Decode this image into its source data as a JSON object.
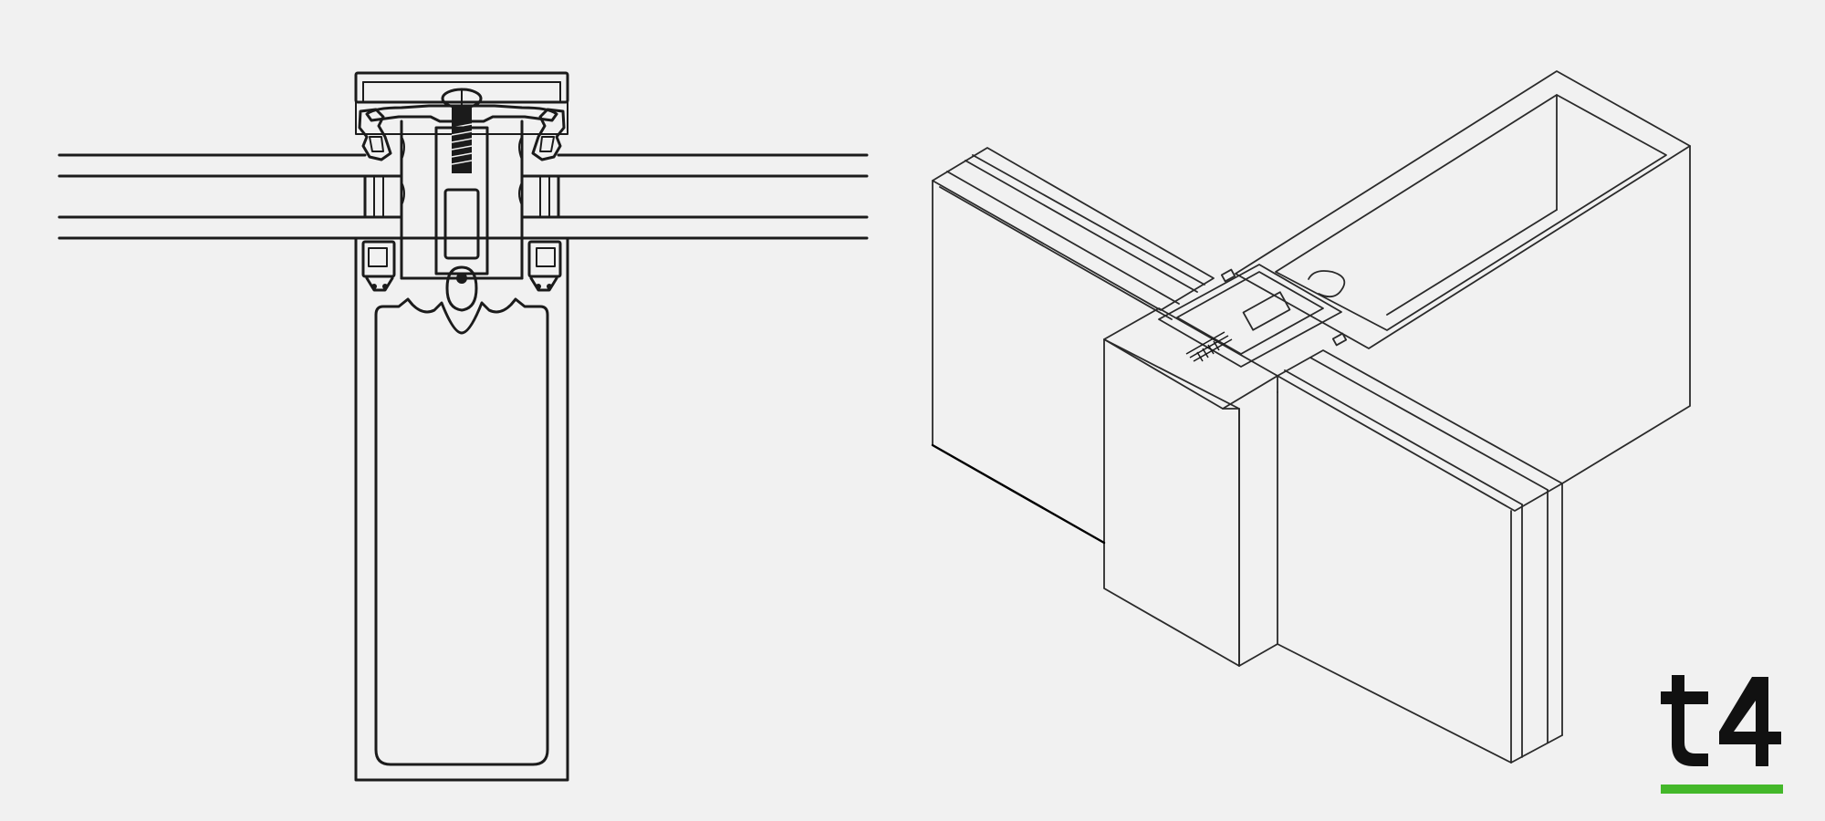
{
  "figure": {
    "left_view": "section-detail",
    "right_view": "isometric-detail",
    "line_color": "#1b1b1b",
    "background_color": "#f1f1f1"
  },
  "brand": {
    "logo_text": "t4",
    "logo_color": "#111111",
    "accent_color": "#44b82a"
  }
}
